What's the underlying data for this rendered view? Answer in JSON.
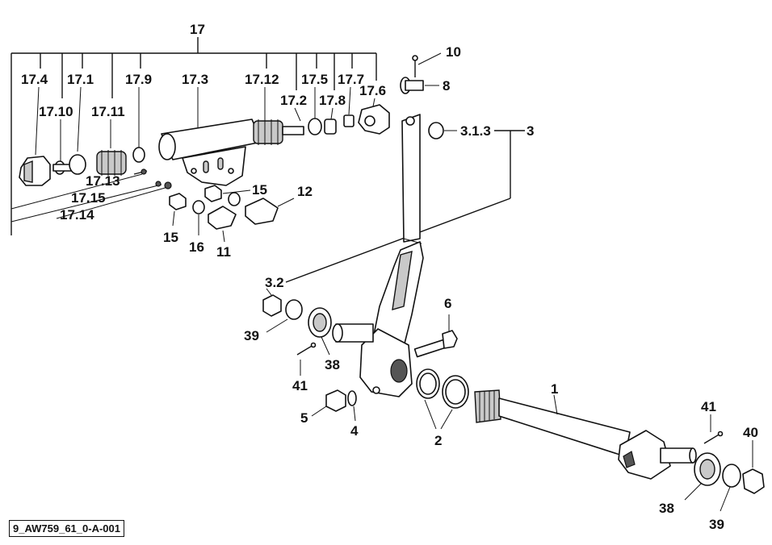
{
  "labels": {
    "l17": "17",
    "l17_4": "17.4",
    "l17_1": "17.1",
    "l17_9": "17.9",
    "l17_3": "17.3",
    "l17_12": "17.12",
    "l17_5": "17.5",
    "l17_7": "17.7",
    "l17_10": "17.10",
    "l17_11": "17.11",
    "l17_2": "17.2",
    "l17_8": "17.8",
    "l17_6": "17.6",
    "l17_13": "17.13",
    "l17_15": "17.15",
    "l17_14": "17.14",
    "l10": "10",
    "l8": "8",
    "l3_1_3": "3.1.3",
    "l3": "3",
    "l15a": "15",
    "l12": "12",
    "l15b": "15",
    "l16": "16",
    "l11": "11",
    "l3_2": "3.2",
    "l6": "6",
    "l39a": "39",
    "l38a": "38",
    "l41a": "41",
    "l1": "1",
    "l5": "5",
    "l4": "4",
    "l2": "2",
    "l41b": "41",
    "l40": "40",
    "l38b": "38",
    "l39b": "39"
  },
  "reference_code": "9_AW759_61_0-A-001"
}
